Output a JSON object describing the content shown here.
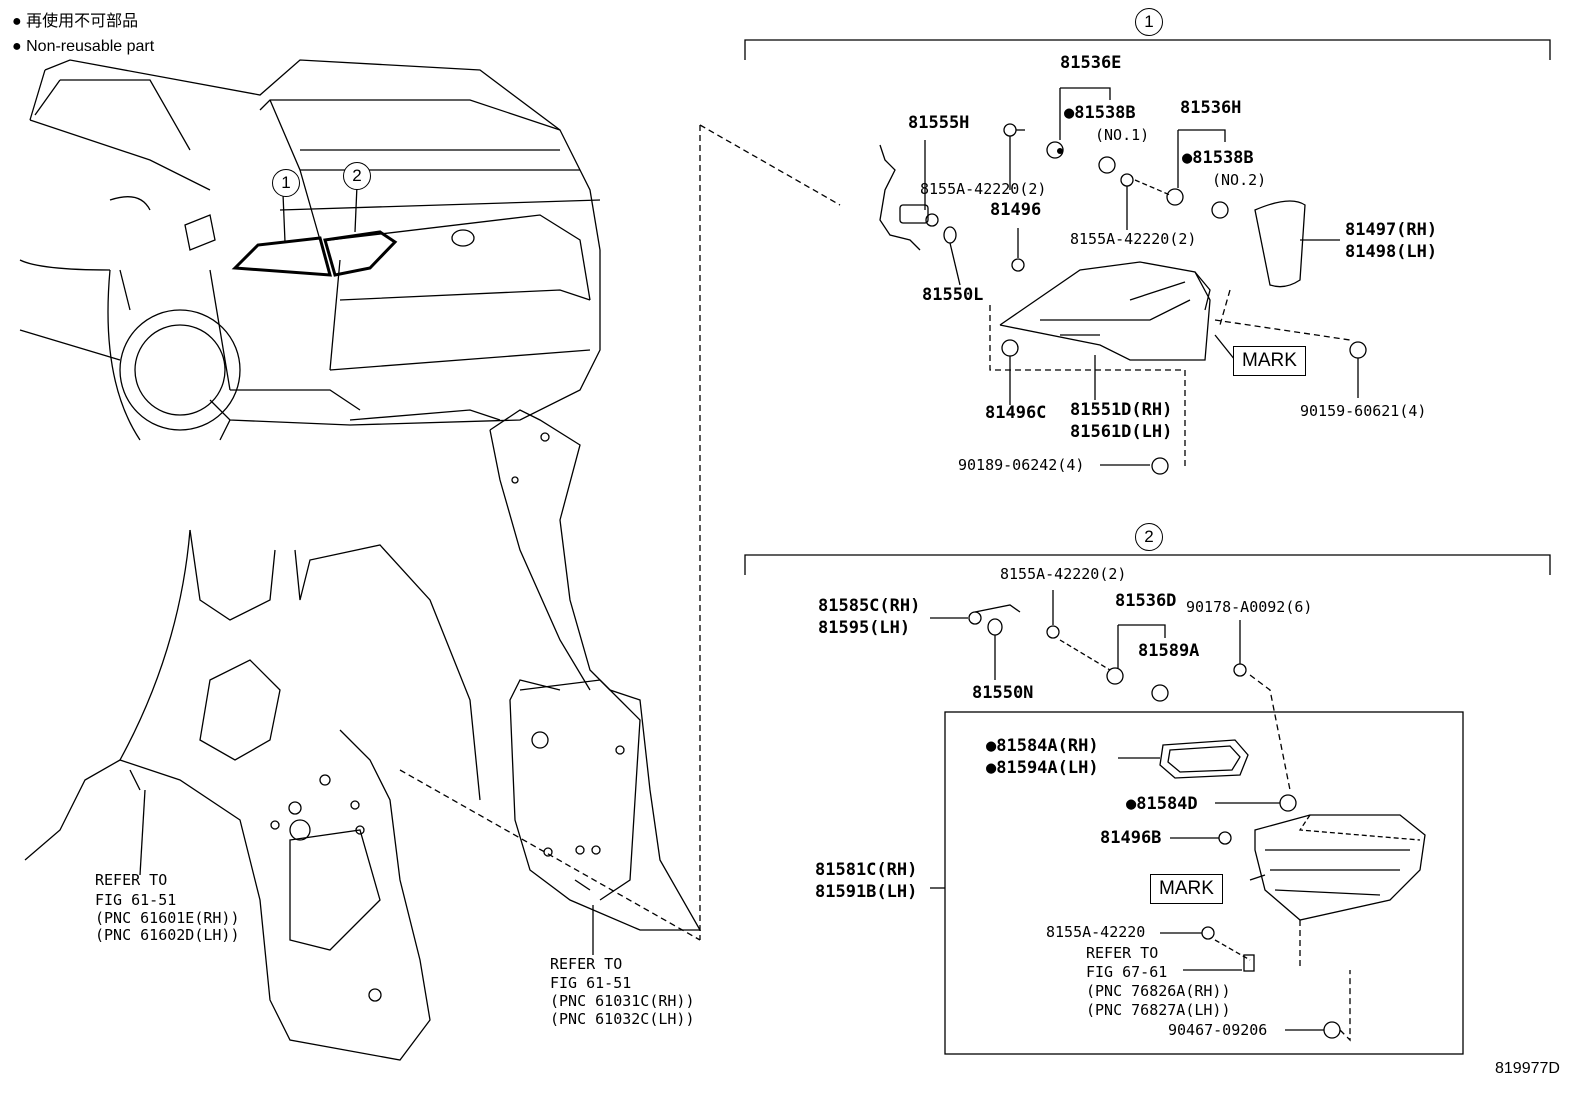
{
  "legend": {
    "jp": "● 再使用不可部品",
    "en": "● Non-reusable part"
  },
  "callouts": {
    "one": "①",
    "two": "②",
    "car_one": "1",
    "car_two": "2"
  },
  "group1": {
    "p81536E": "81536E",
    "p81538B_1": "●81538B",
    "no1": "(NO.1)",
    "p81536H": "81536H",
    "p81538B_2": "●81538B",
    "no2": "(NO.2)",
    "p81555H": "81555H",
    "p8155A_a": "8155A-42220(2)",
    "p81496": "81496",
    "p8155A_b": "8155A-42220(2)",
    "p81497": "81497(RH)",
    "p81498": "81498(LH)",
    "p81550L": "81550L",
    "mark": "MARK",
    "p81496C": "81496C",
    "p81551D": "81551D(RH)",
    "p81561D": "81561D(LH)",
    "p90159": "90159-60621(4)",
    "p90189": "90189-06242(4)"
  },
  "group2": {
    "p8155A_c": "8155A-42220(2)",
    "p81585C": "81585C(RH)",
    "p81595": "81595(LH)",
    "p81536D": "81536D",
    "p90178": "90178-A0092(6)",
    "p81589A": "81589A",
    "p81550N": "81550N",
    "p81584A": "●81584A(RH)",
    "p81594A": "●81594A(LH)",
    "p81584D": "●81584D",
    "p81496B": "81496B",
    "p81581C": "81581C(RH)",
    "p81591B": "81591B(LH)",
    "mark": "MARK",
    "p8155A_d": "8155A-42220",
    "refer": "REFER TO",
    "fig": "FIG 67-61",
    "pnc1": "(PNC 76826A(RH))",
    "pnc2": "(PNC 76827A(LH))",
    "p90467": "90467-09206"
  },
  "refer_left": {
    "refer": "REFER TO",
    "fig": "FIG 61-51",
    "pnc1": "(PNC 61601E(RH))",
    "pnc2": "(PNC 61602D(LH))"
  },
  "refer_mid": {
    "refer": "REFER TO",
    "fig": "FIG 61-51",
    "pnc1": "(PNC 61031C(RH))",
    "pnc2": "(PNC 61032C(LH))"
  },
  "figure_number": "819977D"
}
